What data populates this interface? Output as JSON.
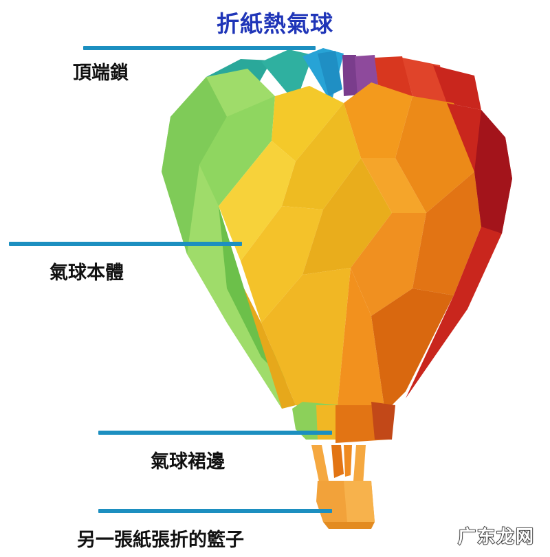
{
  "title": "折紙熱氣球",
  "colors": {
    "title": "#1f35b8",
    "leader_line": "#1c8fc0",
    "label_text": "#111111",
    "balloon": {
      "teal": "#2aa89a",
      "blue": "#27a3d6",
      "purple": "#7a3d8c",
      "green_light": "#9fdc6a",
      "green": "#6cc04a",
      "yellow": "#f4c92a",
      "yellow_dark": "#e9ad1c",
      "orange": "#f39a1d",
      "orange_dark": "#e27414",
      "red": "#c9261d",
      "red_dark": "#a3141b",
      "basket": "#f2a23a"
    }
  },
  "annotations": [
    {
      "label": "頂端鎖",
      "part": "top-lock"
    },
    {
      "label": "氣球本體",
      "part": "balloon-body"
    },
    {
      "label": "氣球裙邊",
      "part": "balloon-skirt"
    },
    {
      "label": "另一張紙張折的籃子",
      "part": "basket"
    }
  ],
  "watermark": "广东龙网"
}
